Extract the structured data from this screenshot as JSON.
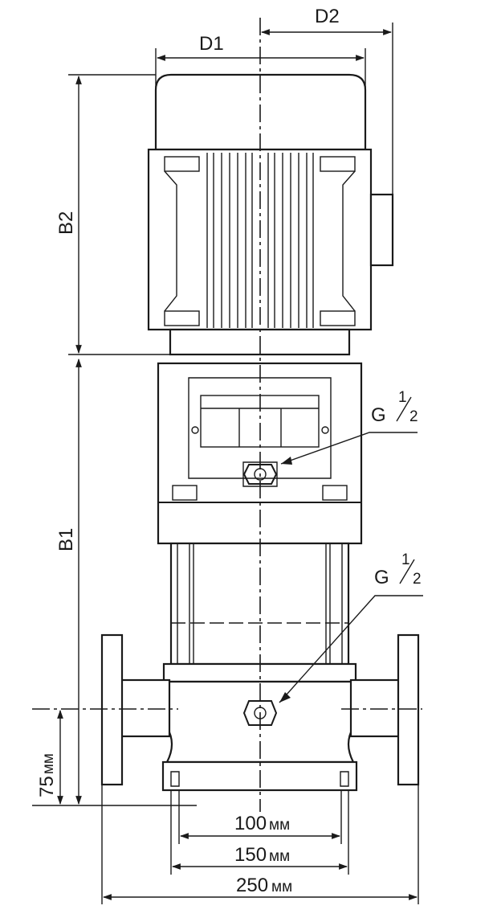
{
  "labels": {
    "d1": "D1",
    "d2": "D2",
    "b1": "B1",
    "b2": "B2",
    "g_top": "G",
    "g_top_frac_num": "1",
    "g_top_frac_den": "2",
    "g_bottom": "G",
    "g_bottom_frac_num": "1",
    "g_bottom_frac_den": "2"
  },
  "dimensions": {
    "height_75": "75",
    "height_75_unit": "мм",
    "width_100": "100",
    "width_100_unit": "мм",
    "width_150": "150",
    "width_150_unit": "мм",
    "width_250": "250",
    "width_250_unit": "мм"
  }
}
